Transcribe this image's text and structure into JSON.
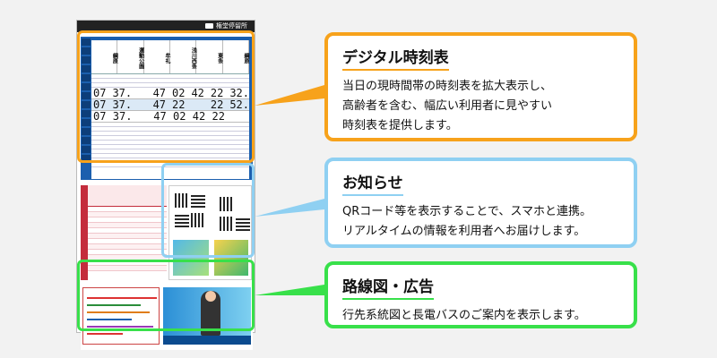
{
  "board": {
    "header_label": "権堂停留所",
    "timetable": {
      "columns": [
        "綱原",
        "運動公園",
        "牟礼",
        "浅川西条",
        "東条",
        "綱原"
      ],
      "rows": [
        [
          "07",
          "37.",
          "",
          "47",
          "02",
          "42",
          "22",
          "32."
        ],
        [
          "07",
          "37.",
          "",
          "47",
          "22",
          "",
          "22",
          "52."
        ],
        [
          "07",
          "37.",
          "",
          "47",
          "02",
          "42",
          "22",
          ""
        ]
      ]
    }
  },
  "callouts": [
    {
      "title": "デジタル時刻表",
      "body": "当日の現時間帯の時刻表を拡大表示し、\n高齢者を含む、幅広い利用者に見やすい\n時刻表を提供します。",
      "color": "#f7a21b"
    },
    {
      "title": "お知らせ",
      "body": "QRコード等を表示することで、スマホと連携。\nリアルタイムの情報を利用者へお届けします。",
      "color": "#8fd0f2"
    },
    {
      "title": "路線図・広告",
      "body": "行先系統図と長電バスのご案内を表示します。",
      "color": "#38e04a"
    }
  ],
  "colors": {
    "orange": "#f7a21b",
    "blue": "#8fd0f2",
    "green": "#38e04a",
    "timetable_blue": "#1b5fae",
    "timetable_red": "#c42c3c"
  }
}
